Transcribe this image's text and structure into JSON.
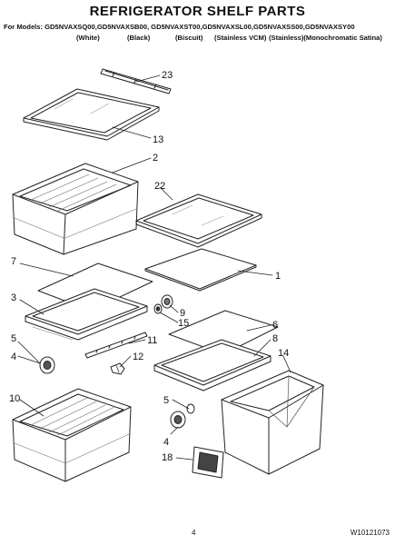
{
  "title": "REFRIGERATOR SHELF PARTS",
  "models_line": "For Models: GD5NVAXSQ00,GD5NVAXSB00, GD5NVAXST00,GD5NVAXSL00,GD5NVAXSS00,GD5NVAXSY00",
  "variants": [
    "(White)",
    "(Black)",
    "(Biscuit)",
    "(Stainless VCM)",
    "(Stainless)(Monochromatic Satina)"
  ],
  "callouts": {
    "c23": "23",
    "c13": "13",
    "c2": "2",
    "c22": "22",
    "c1": "1",
    "c7": "7",
    "c3": "3",
    "c9": "9",
    "c15": "15",
    "c5a": "5",
    "c11": "11",
    "c4a": "4",
    "c12": "12",
    "c6": "6",
    "c8": "8",
    "c14": "14",
    "c10": "10",
    "c5b": "5",
    "c4b": "4",
    "c18": "18"
  },
  "footer": {
    "page_number": "4",
    "doc_number": "W10121073"
  }
}
